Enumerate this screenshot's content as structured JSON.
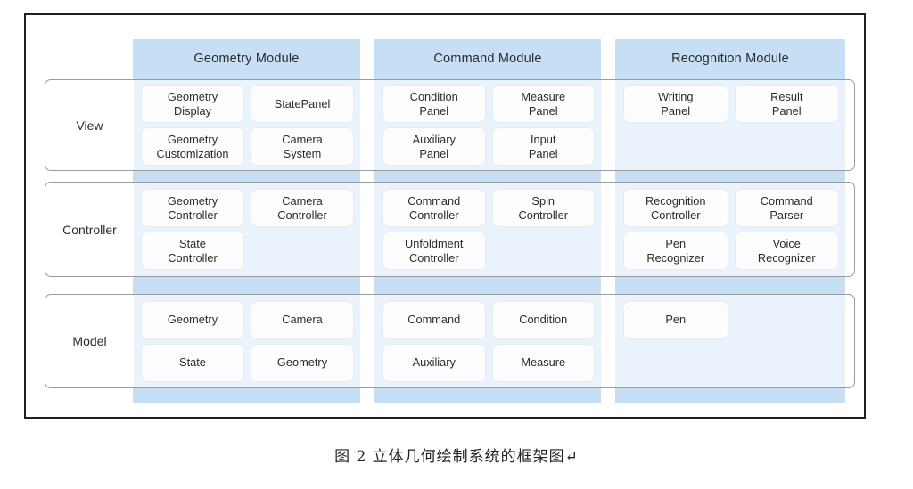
{
  "figure": {
    "caption": "图 2 立体几何绘制系统的框架图↵",
    "frame_color": "#221f20",
    "band_color": "#c7dff5",
    "card_color": "#fdfdfd",
    "row_border_color": "#9b9b9b"
  },
  "modules": [
    {
      "id": "geometry",
      "title": "Geometry Module"
    },
    {
      "id": "command",
      "title": "Command Module"
    },
    {
      "id": "recognition",
      "title": "Recognition Module"
    }
  ],
  "layers": [
    {
      "id": "view",
      "label": "View",
      "cells": {
        "geometry": [
          [
            "Geometry\nDisplay",
            "StatePanel"
          ],
          [
            "Geometry\nCustomization",
            "Camera\nSystem"
          ]
        ],
        "command": [
          [
            "Condition\nPanel",
            "Measure\nPanel"
          ],
          [
            "Auxiliary\nPanel",
            "Input\nPanel"
          ]
        ],
        "recognition": [
          [
            "Writing\nPanel",
            "Result\nPanel"
          ],
          [
            "",
            ""
          ]
        ]
      }
    },
    {
      "id": "controller",
      "label": "Controller",
      "cells": {
        "geometry": [
          [
            "Geometry\nController",
            "Camera\nController"
          ],
          [
            "State\nController",
            ""
          ]
        ],
        "command": [
          [
            "Command\nController",
            "Spin\nController"
          ],
          [
            "Unfoldment\nController",
            ""
          ]
        ],
        "recognition": [
          [
            "Recognition\nController",
            "Command\nParser"
          ],
          [
            "Pen\nRecognizer",
            "Voice\nRecognizer"
          ]
        ]
      }
    },
    {
      "id": "model",
      "label": "Model",
      "cells": {
        "geometry": [
          [
            "Geometry",
            "Camera"
          ],
          [
            "State",
            "Geometry"
          ]
        ],
        "command": [
          [
            "Command",
            "Condition"
          ],
          [
            "Auxiliary",
            "Measure"
          ]
        ],
        "recognition": [
          [
            "Pen",
            ""
          ],
          [
            "",
            ""
          ]
        ]
      }
    }
  ]
}
